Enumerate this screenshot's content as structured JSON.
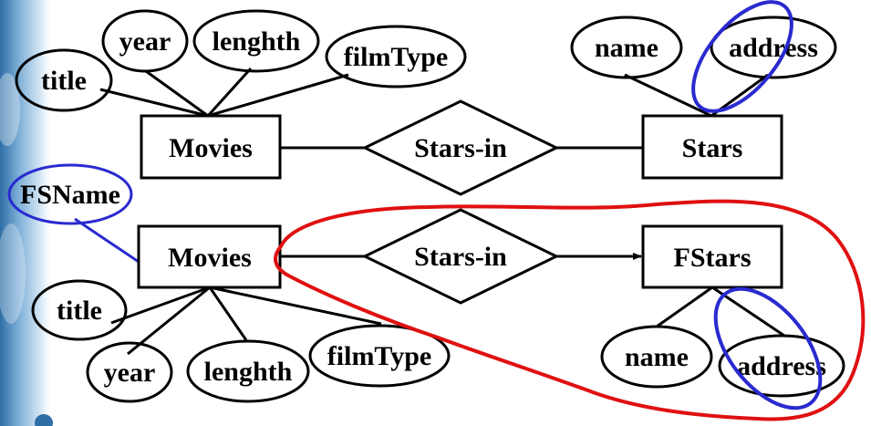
{
  "colors": {
    "background": "#ffffff",
    "left_band": "#2e6ea6",
    "outline": "#000000",
    "highlight_blue": "#2a2ad0",
    "highlight_red": "#e01010"
  },
  "top": {
    "entity_left": "Movies",
    "relationship": "Stars-in",
    "entity_right": "Stars",
    "attrs_left": [
      "title",
      "year",
      "lenghth",
      "filmType"
    ],
    "attrs_right": [
      "name",
      "address"
    ]
  },
  "bottom": {
    "entity_left": "Movies",
    "relationship": "Stars-in",
    "entity_right": "FStars",
    "extra_attr": "FSName",
    "attrs_left": [
      "title",
      "year",
      "lenghth",
      "filmType"
    ],
    "attrs_right": [
      "name",
      "address"
    ]
  }
}
